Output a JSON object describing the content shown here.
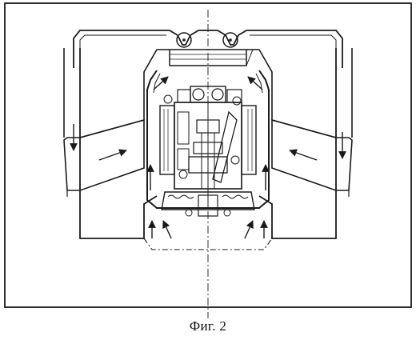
{
  "figure": {
    "caption": "Фиг. 2"
  },
  "components": {
    "border": "border-frame",
    "duct_left": "left-air-duct",
    "duct_right": "right-air-duct",
    "enclosure": "engine-enclosure",
    "engine": "engine-assembly",
    "fans": [
      "fan-left-icon",
      "fan-right-icon"
    ],
    "radiator": "radiator-block",
    "centerline": "center-axis"
  },
  "colors": {
    "ink": "#1a1a1a",
    "background": "#ffffff"
  }
}
